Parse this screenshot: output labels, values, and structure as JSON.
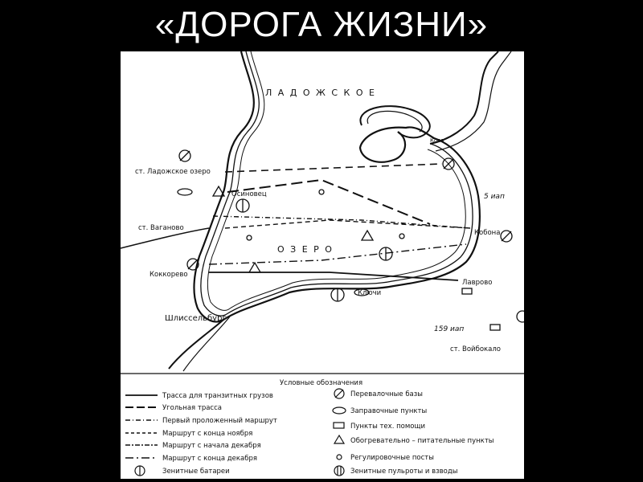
{
  "title": "«ДОРОГА ЖИЗНИ»",
  "map": {
    "lake_name_top": "Л А Д О Ж С К О Е",
    "lake_name_mid": "О З Е Р О",
    "places": {
      "ladozhskoe_ozero": "ст. Ладожское озеро",
      "osinovets": "Осиновец",
      "vaganovo": "ст. Ваганово",
      "kokorevo": "Коккорево",
      "shlisselburg": "Шлиссельбург",
      "kobona": "Кобона",
      "lavrovo": "Лаврово",
      "klyuchi": "Ключи",
      "voibokalo": "ст. Войбокало",
      "kosa": "Коса",
      "army5": "5 иап",
      "army159": "159 иап"
    }
  },
  "legend": {
    "title": "Условные обозначения",
    "left": [
      "Трасса для транзитных грузов",
      "Угольная трасса",
      "Первый проложенный маршрут",
      "Маршрут с конца ноября",
      "Маршрут с начала декабря",
      "Маршрут с конца декабря",
      "Зенитные батареи"
    ],
    "right": [
      "Перевалочные базы",
      "Заправочные пункты",
      "Пункты тех. помощи",
      "Обогревательно – питательные пункты",
      "Регулировочные посты",
      "Зенитные пульроты и взводы"
    ]
  }
}
